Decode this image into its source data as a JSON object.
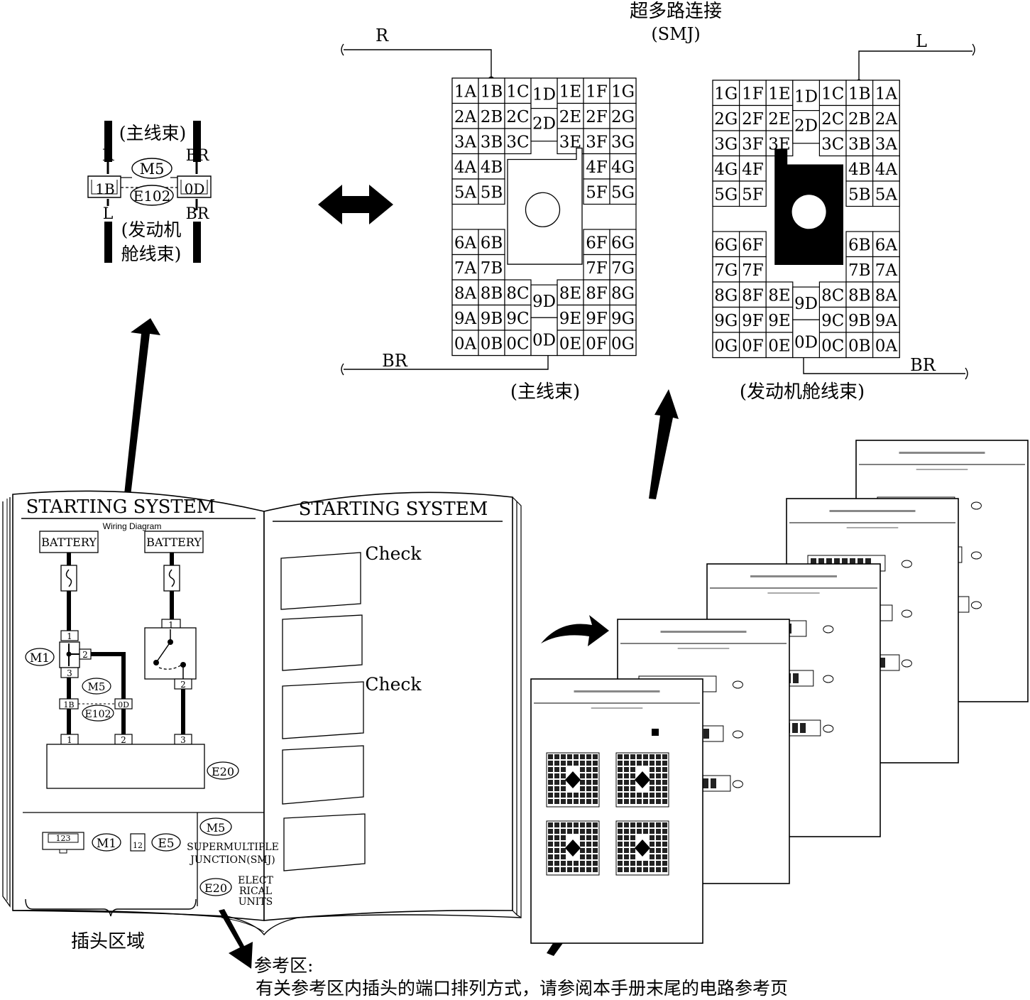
{
  "smj_title": "超多路连接",
  "smj_sub": "(SMJ)",
  "wire_labels": {
    "left_top": "R",
    "left_bottom": "BR",
    "right_top": "L",
    "right_bottom": "BR"
  },
  "left_connector": {
    "name": "(主线束)",
    "rows": [
      [
        "1A",
        "1B",
        "1C",
        "1D",
        "1E",
        "1F",
        "1G"
      ],
      [
        "2A",
        "2B",
        "2C",
        "2D",
        "2E",
        "2F",
        "2G"
      ],
      [
        "3A",
        "3B",
        "3C",
        "",
        "3E",
        "3F",
        "3G"
      ],
      [
        "4A",
        "4B",
        "",
        "",
        "",
        "4F",
        "4G"
      ],
      [
        "5A",
        "5B",
        "",
        "",
        "",
        "5F",
        "5G"
      ],
      [
        "6A",
        "6B",
        "",
        "",
        "",
        "6F",
        "6G"
      ],
      [
        "7A",
        "7B",
        "",
        "",
        "",
        "7F",
        "7G"
      ],
      [
        "8A",
        "8B",
        "8C",
        "9D",
        "8E",
        "8F",
        "8G"
      ],
      [
        "9A",
        "9B",
        "9C",
        "",
        "9E",
        "9F",
        "9G"
      ],
      [
        "0A",
        "0B",
        "0C",
        "0D",
        "0E",
        "0F",
        "0G"
      ]
    ]
  },
  "right_connector": {
    "name": "(发动机舱线束)",
    "rows": [
      [
        "1G",
        "1F",
        "1E",
        "1D",
        "1C",
        "1B",
        "1A"
      ],
      [
        "2G",
        "2F",
        "2E",
        "2D",
        "2C",
        "2B",
        "2A"
      ],
      [
        "3G",
        "3F",
        "3E",
        "",
        "3C",
        "3B",
        "3A"
      ],
      [
        "4G",
        "4F",
        "",
        "",
        "",
        "4B",
        "4A"
      ],
      [
        "5G",
        "5F",
        "",
        "",
        "",
        "5B",
        "5A"
      ],
      [
        "6G",
        "6F",
        "",
        "",
        "",
        "6B",
        "6A"
      ],
      [
        "7G",
        "7F",
        "",
        "",
        "",
        "7B",
        "7A"
      ],
      [
        "8G",
        "8F",
        "8E",
        "9D",
        "8C",
        "8B",
        "8A"
      ],
      [
        "9G",
        "9F",
        "9E",
        "",
        "9C",
        "9B",
        "9A"
      ],
      [
        "0G",
        "0F",
        "0E",
        "0D",
        "0C",
        "0B",
        "0A"
      ]
    ]
  },
  "symbol": {
    "main_harness": "(主线束)",
    "r": "R",
    "br_top": "BR",
    "l": "L",
    "br_bottom": "BR",
    "m5": "M5",
    "e102": "E102",
    "pin_left": "1B",
    "pin_right": "0D",
    "engine_harness_1": "(发动机",
    "engine_harness_2": "舱线束)"
  },
  "book": {
    "left_title": "STARTING  SYSTEM",
    "left_subtitle": "Wiring Diagram",
    "right_title": "STARTING SYSTEM",
    "battery": "BATTERY",
    "check1": "Check",
    "check2": "Check",
    "m1": "M1",
    "m5": "M5",
    "e102": "E102",
    "e20": "E20",
    "e5": "E5",
    "pin_1b": "1B",
    "pin_0d": "0D",
    "pin_12": "12",
    "pin_123": "123",
    "pin_1": "1",
    "pin_2": "2",
    "pin_3": "3",
    "smj_line1": "SUPERMULTIPLE",
    "smj_line2": "JUNCTION(SMJ)",
    "eu_line1": "ELECT",
    "eu_line2": "RICAL",
    "eu_line3": "UNITS"
  },
  "connector_area_label": "插头区域",
  "reference": {
    "line1": "参考区:",
    "line2": "有关参考区内插头的端口排列方式，请参阅本手册末尾的电路参考页"
  }
}
